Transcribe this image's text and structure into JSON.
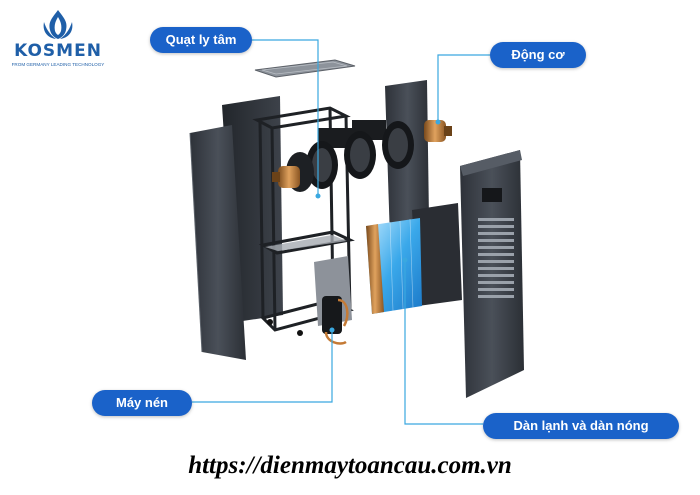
{
  "brand": {
    "name": "KOSMEN",
    "tagline": "FROM GERMANY LEADING TECHNOLOGY",
    "color": "#1f5fa8"
  },
  "labels": {
    "fan": "Quạt ly tâm",
    "motor": "Động cơ",
    "compressor": "Máy nén",
    "coils": "Dàn lạnh và dàn nóng"
  },
  "website": "https://dienmaytoancau.com.vn",
  "colors": {
    "label_bg": "#1a62c9",
    "label_text": "#ffffff",
    "leader_line": "#3aa8e0",
    "panel": "#3f444d"
  }
}
